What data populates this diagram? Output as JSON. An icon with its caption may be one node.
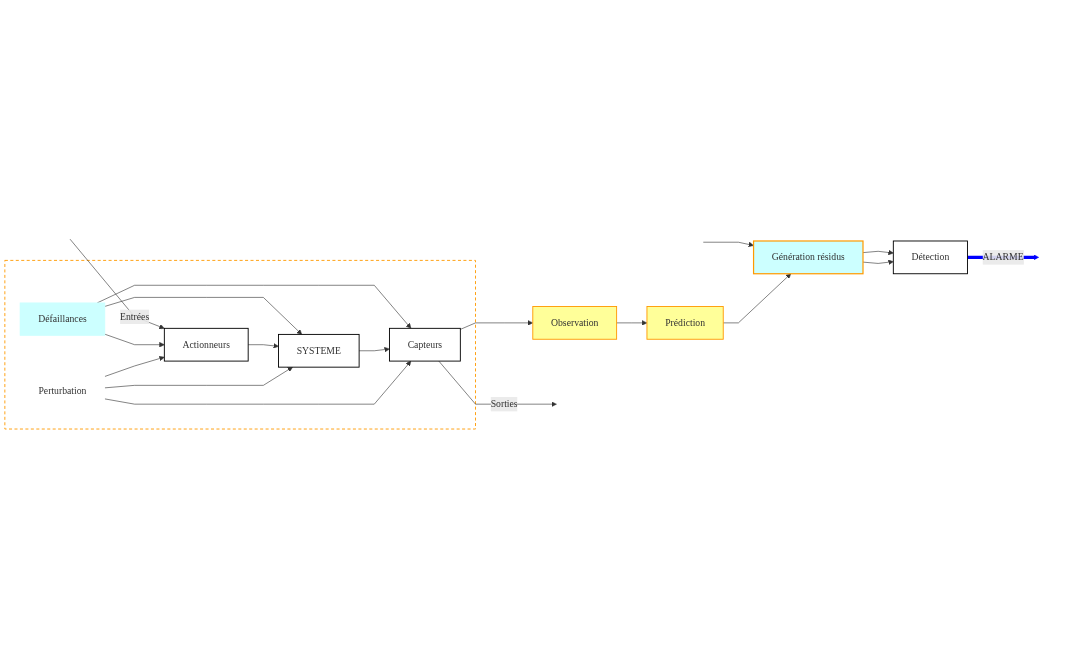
{
  "diagram": {
    "nodes": [
      {
        "text": [],
        "shape": "box"
      },
      {
        "text": [
          "Défaillances"
        ],
        "in": 0
      },
      {
        "text": [
          "Actionneurs"
        ],
        "in": 0
      },
      {
        "text": [
          "SYSTEME"
        ],
        "in": 0
      },
      {
        "text": [
          "Capteurs"
        ],
        "in": 0
      },
      {
        "text": [
          "Perturbation"
        ],
        "in": 0
      },
      {
        "text": [
          "Prédiction"
        ]
      },
      {
        "text": [
          "Observation"
        ]
      },
      {
        "text": [
          "Génération résidus"
        ]
      },
      {
        "text": [
          "Détection"
        ]
      }
    ],
    "edges": [
      {
        "from": null,
        "to": 2,
        "arrow": "to",
        "label": "Entrées"
      },
      {
        "from": null,
        "to": 8,
        "arrow": "to"
      },
      {
        "from": 1,
        "to": 2,
        "arrow": "to"
      },
      {
        "from": 1,
        "to": 3,
        "arrow": "to"
      },
      {
        "from": 1,
        "to": 4,
        "arrow": "to"
      },
      {
        "from": 2,
        "to": 3,
        "arrow": "to"
      },
      {
        "from": 3,
        "to": 4,
        "arrow": "to"
      },
      {
        "from": 5,
        "to": 2,
        "arrow": "to"
      },
      {
        "from": 5,
        "to": 3,
        "arrow": "to"
      },
      {
        "from": 5,
        "to": 4,
        "arrow": "to"
      },
      {
        "from": 4,
        "to": null,
        "arrow": "to",
        "label": "Sorties"
      },
      {
        "from": 4,
        "to": 7,
        "arrow": "to"
      },
      {
        "from": 7,
        "to": 6,
        "arrow": "to"
      },
      {
        "from": 6,
        "to": 8,
        "arrow": "to"
      },
      {
        "from": 8,
        "to": 9,
        "arrow": "to"
      },
      {
        "from": 8,
        "to": 9,
        "arrow": "to"
      },
      {
        "from": 9,
        "to": null,
        "arrow": "to",
        "label": "ALARME",
        "style": "thick",
        "color": "#0000ff"
      }
    ]
  }
}
